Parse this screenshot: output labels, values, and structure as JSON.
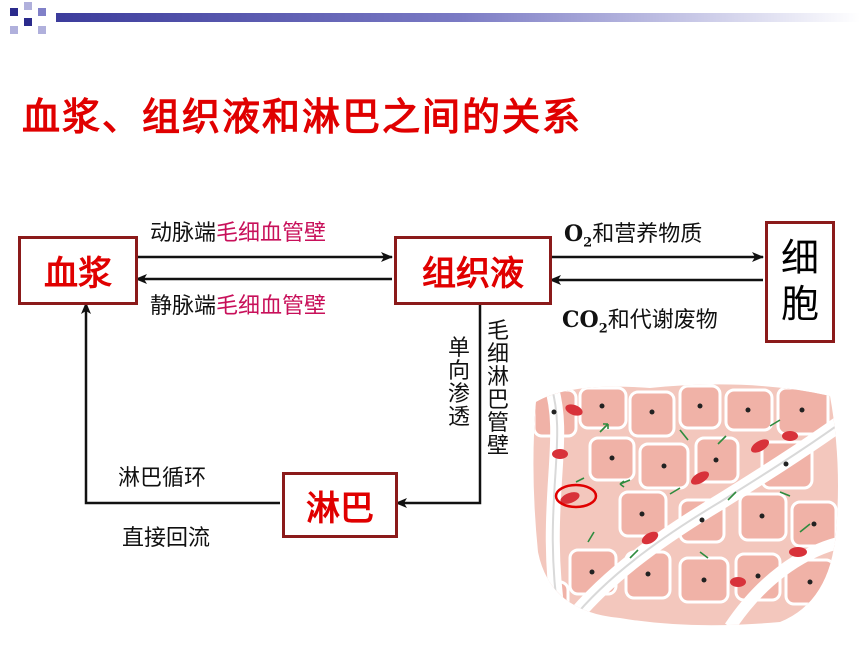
{
  "title": "血浆、组织液和淋巴之间的关系",
  "boxes": {
    "plasma": "血浆",
    "tissue_fluid": "组织液",
    "lymph": "淋巴",
    "cell_line1": "细",
    "cell_line2": "胞"
  },
  "arrows": {
    "arterial_prefix": "动脉端",
    "arterial_highlight": "毛细血管壁",
    "venous_prefix": "静脉端",
    "venous_highlight": "毛细血管壁",
    "o2_main": "O",
    "o2_sub": "2",
    "o2_rest": "和营养物质",
    "co2_main": "CO",
    "co2_sub": "2",
    "co2_rest": "和代谢废物",
    "one_way": "单向渗透",
    "lymph_capillary_wall": "毛细淋巴管壁",
    "lymph_circulation": "淋巴循环",
    "direct_return": "直接回流"
  },
  "colors": {
    "title": "#e00000",
    "box_border": "#8b1a1a",
    "highlight": "#c8105a",
    "header_bar": "#4a4aa8"
  },
  "illustration": "tissue-cells-image"
}
